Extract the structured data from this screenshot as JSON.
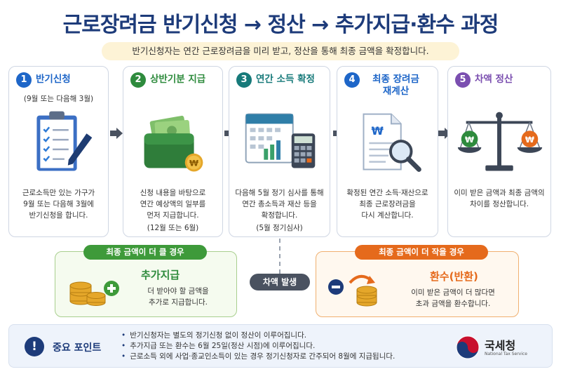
{
  "title": "근로장려금 반기신청 → 정산 → 추가지급·환수 과정",
  "subtitle": "반기신청자는 연간 근로장려금을 미리 받고, 정산을 통해 최종 금액을 확정합니다.",
  "colors": {
    "navy": "#1d3b7a",
    "blue": "#1e66c8",
    "green": "#2e8b3d",
    "teal": "#177a7a",
    "purple": "#7b4fb0",
    "orange": "#e56a1c"
  },
  "steps": [
    {
      "num": "1",
      "title": "반기신청",
      "sub": "(9월 또는 다음해 3월)",
      "desc": "근로소득만 있는 가구가\n9월 또는 다음해 3월에\n반기신청을 합니다.",
      "note": "",
      "icon": "clipboard-pen-icon"
    },
    {
      "num": "2",
      "title": "상반기분 지급",
      "sub": "",
      "desc": "신청 내용을 바탕으로\n연간 예상액의 일부를\n먼저 지급합니다.",
      "note": "(12월 또는 6월)",
      "icon": "wallet-money-icon"
    },
    {
      "num": "3",
      "title": "연간 소득 확정",
      "sub": "",
      "desc": "다음해 5월 정기 심사를 통해\n연간 총소득과 재산 등을\n확정합니다.",
      "note": "(5월 정기심사)",
      "icon": "calendar-calculator-icon"
    },
    {
      "num": "4",
      "title": "최종 장려금\n재계산",
      "sub": "",
      "desc": "확정된 연간 소득·재산으로\n최종 근로장려금을\n다시 계산합니다.",
      "note": "",
      "icon": "document-magnifier-icon"
    },
    {
      "num": "5",
      "title": "차액 정산",
      "sub": "",
      "desc": "이미 받은 금액과 최종 금액의\n차이를 정산합니다.",
      "note": "",
      "icon": "balance-scale-icon"
    }
  ],
  "difference_badge": "차액 발생",
  "additional": {
    "tag": "최종 금액이 더 클 경우",
    "title": "추가지급",
    "desc": "더 받아야 할 금액을\n추가로 지급합니다.",
    "icon": "coins-plus-icon"
  },
  "refund": {
    "tag": "최종 금액이 더 작을 경우",
    "title": "환수(반환)",
    "desc": "이미 받은 금액이 더 많다면\n초과 금액을 환수합니다.",
    "icon": "coins-minus-icon"
  },
  "points": {
    "label": "중요 포인트",
    "items": [
      "반기신청자는 별도의 정기신청 없이 정산이 이루어집니다.",
      "추가지급 또는 환수는 6월 25일(정산 시점)에 이루어집니다.",
      "근로소득 외에 사업·종교인소득이 있는 경우 정기신청자로 간주되어 8월에 지급됩니다."
    ]
  },
  "agency": {
    "name_ko": "국세청",
    "name_en": "National Tax Service"
  }
}
